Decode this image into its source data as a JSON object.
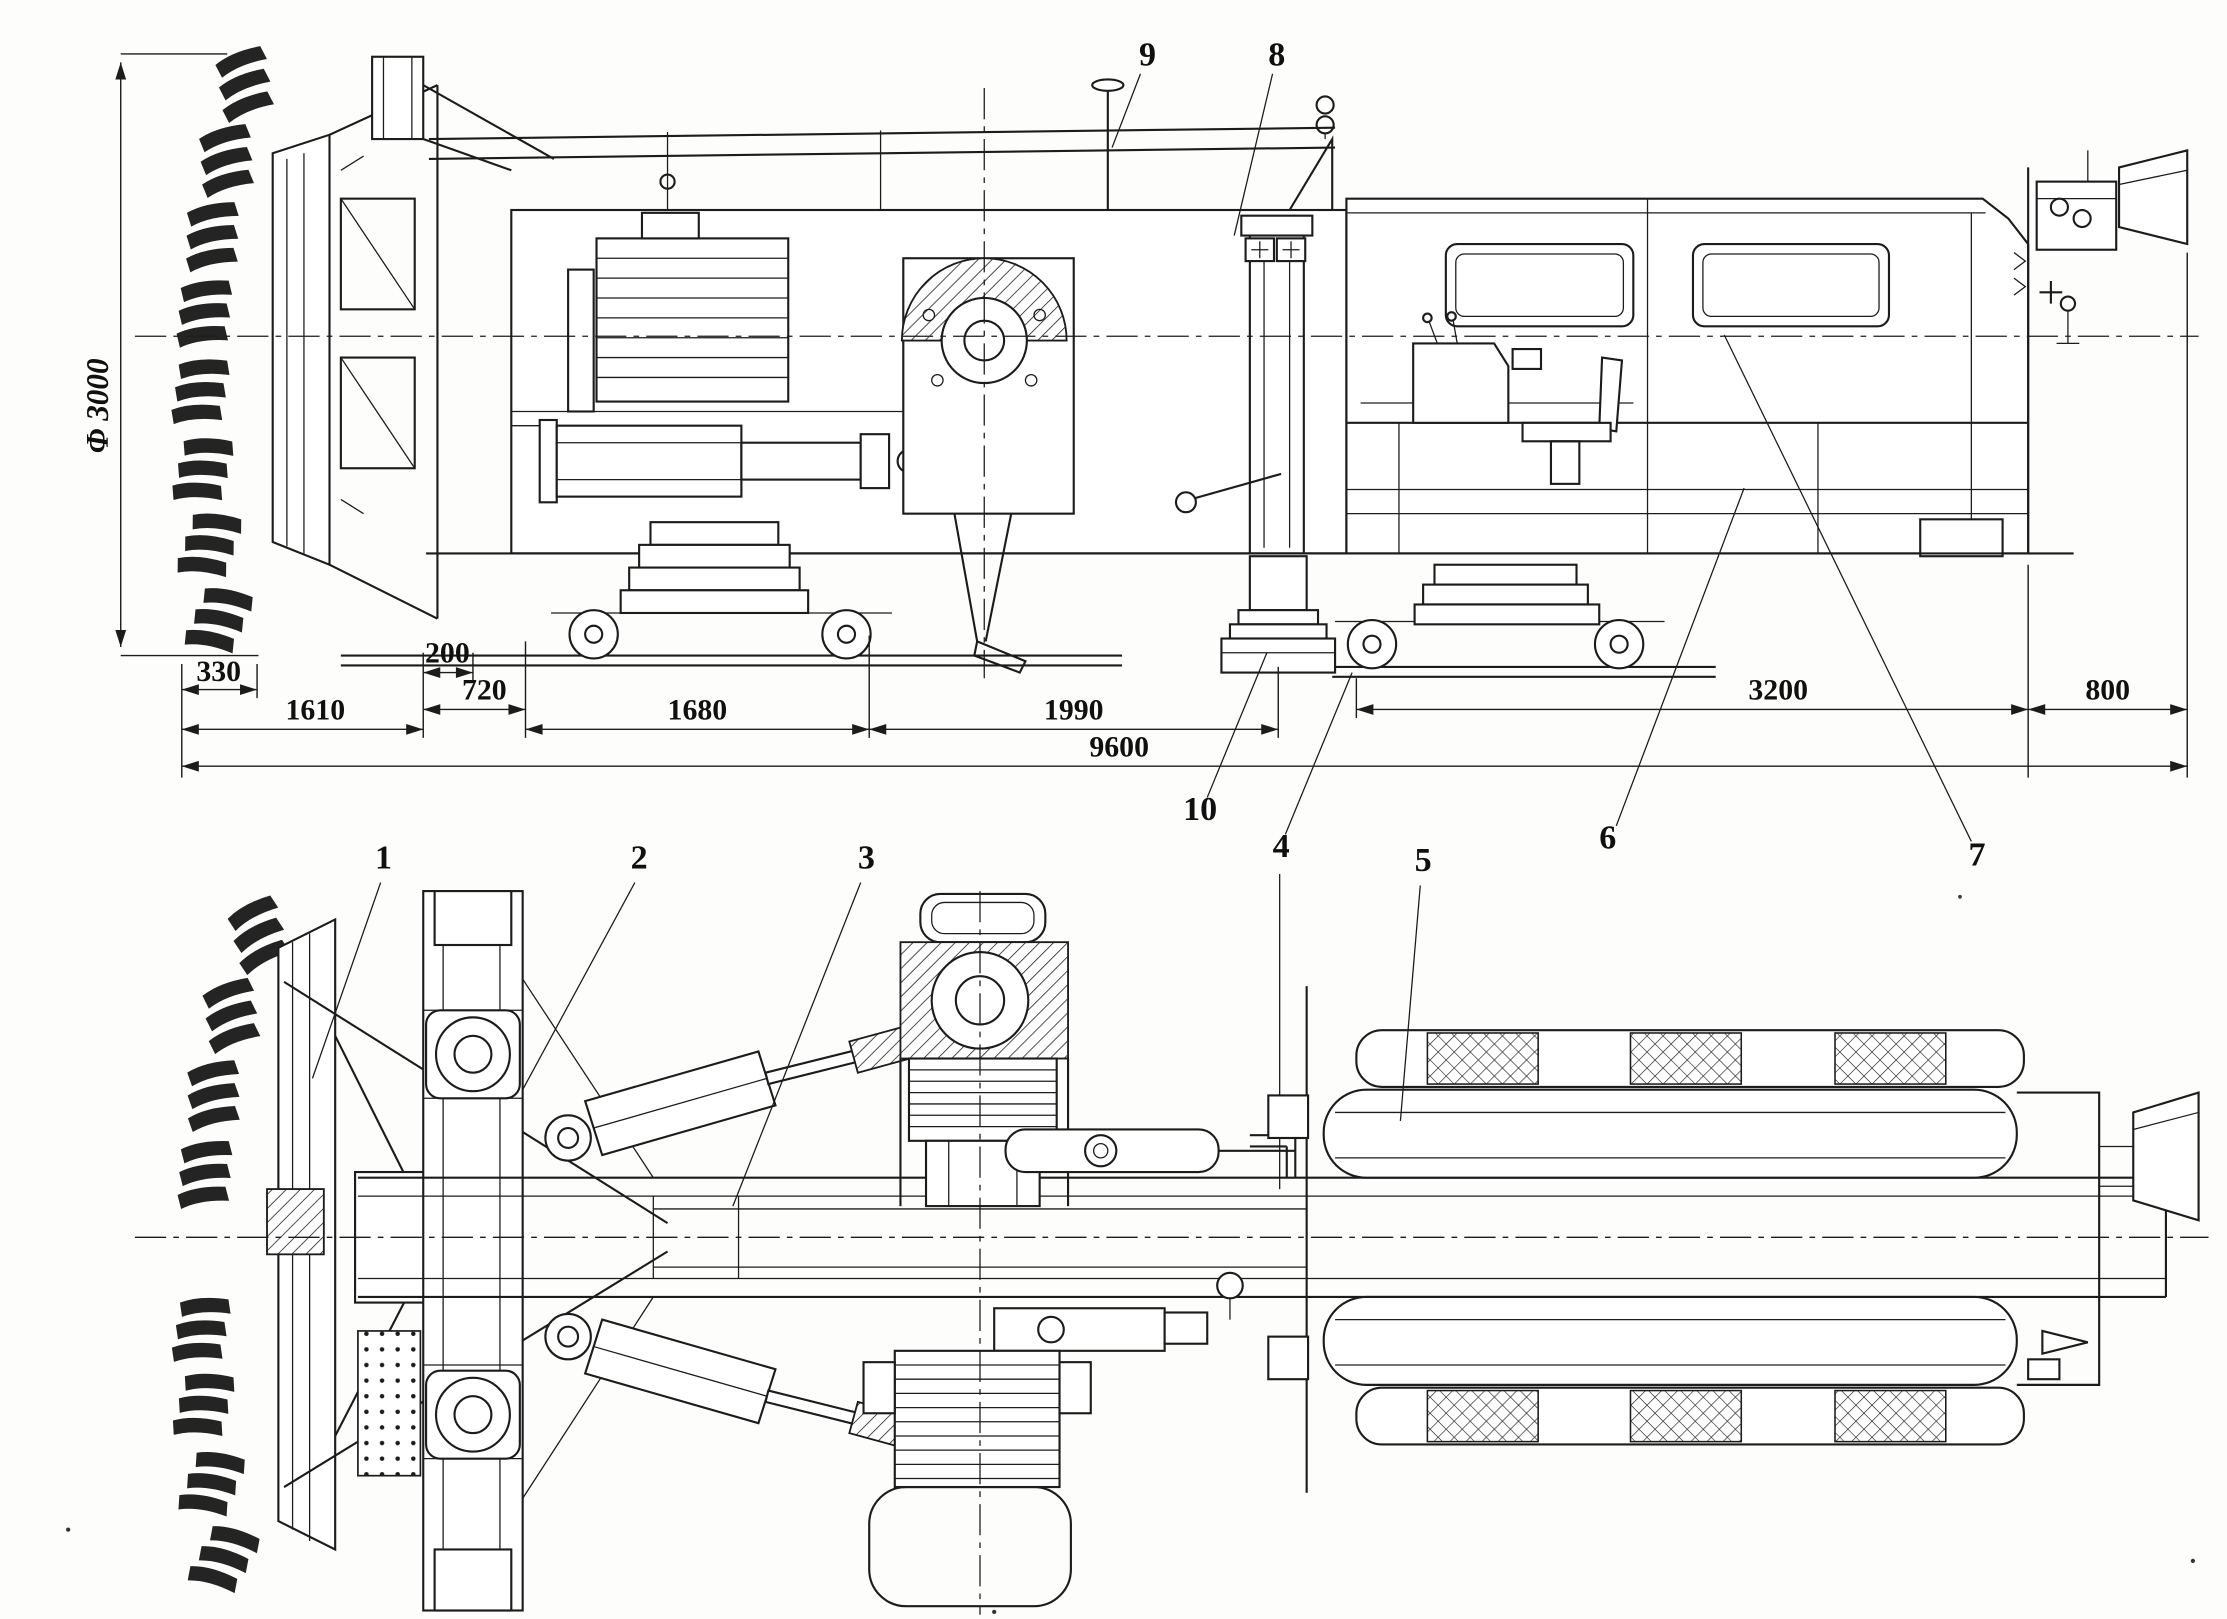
{
  "colors": {
    "paper": "#fdfdfb",
    "ink": "#1c1c1c"
  },
  "annotations": {
    "diameter": "Φ 3000",
    "dimensions": {
      "a330": "330",
      "a1610": "1610",
      "a200": "200",
      "a720": "720",
      "a1680": "1680",
      "a1990": "1990",
      "a9600": "9600",
      "a3200": "3200",
      "a800": "800"
    },
    "callouts": {
      "n1": "1",
      "n2": "2",
      "n3": "3",
      "n4": "4",
      "n5": "5",
      "n6": "6",
      "n7": "7",
      "n8": "8",
      "n9": "9",
      "n10": "10"
    }
  }
}
